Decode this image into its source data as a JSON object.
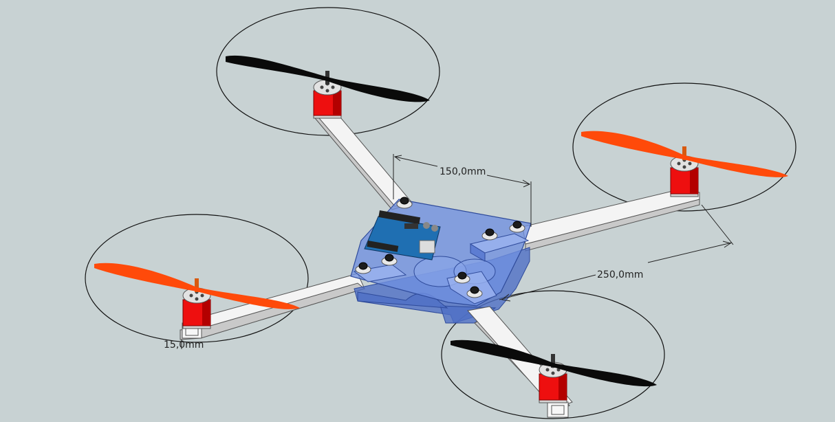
{
  "dimensions": {
    "plate_width": "150,0mm",
    "arm_length": "250,0mm",
    "arm_width": "15,0mm"
  },
  "colors": {
    "background": "#c8d2d3",
    "plate": "#6f8fe0",
    "motor": "#ee0f0f",
    "prop_orange": "#ff4a0a",
    "prop_black": "#0a0a0a",
    "arm": "#f4f4f4",
    "board": "#1f6fb2"
  },
  "components": {
    "motors": [
      "front-left",
      "front-right",
      "rear-left",
      "rear-right"
    ],
    "propellers": [
      {
        "position": "top",
        "color": "black"
      },
      {
        "position": "right",
        "color": "orange"
      },
      {
        "position": "left",
        "color": "orange"
      },
      {
        "position": "bottom",
        "color": "black"
      }
    ],
    "controller": "arduino-board"
  }
}
